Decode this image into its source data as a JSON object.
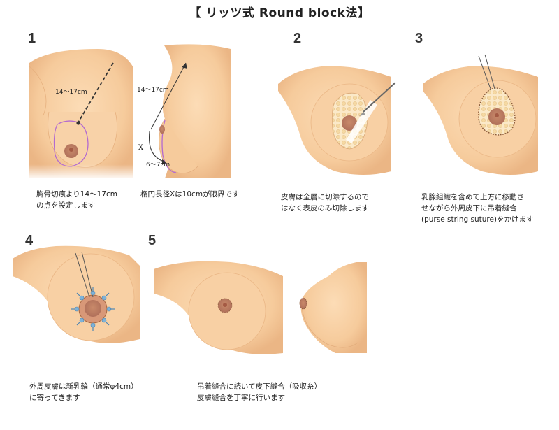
{
  "title": "【 リッツ式 Round block法】",
  "steps": {
    "s1": "1",
    "s2": "2",
    "s3": "3",
    "s4": "4",
    "s5": "5"
  },
  "labels": {
    "dist_front": "14～17cm",
    "dist_side": "14～17cm",
    "x_mark": "X",
    "dist_bottom": "6～7cm"
  },
  "captions": {
    "c1_line1": "胸骨切痕より14～17cm",
    "c1_line2": "の点を設定します",
    "c1b_line1": "楕円長径Xは10cmが限界です",
    "c2_line1": "皮膚は全層に切除するので",
    "c2_line2": "はなく表皮のみ切除します",
    "c3_line1": "乳腺組織を含めて上方に移動さ",
    "c3_line2": "せながら外周皮下に吊着縫合",
    "c3_line3": "(purse string suture)をかけます",
    "c4_line1": "外周皮膚は新乳輪（通常φ4cm）",
    "c4_line2": "に寄ってきます",
    "c5_line1": "吊着縫合に続いて皮下縫合（吸収糸）",
    "c5_line2": "皮膚縫合を丁寧に行います"
  }
}
